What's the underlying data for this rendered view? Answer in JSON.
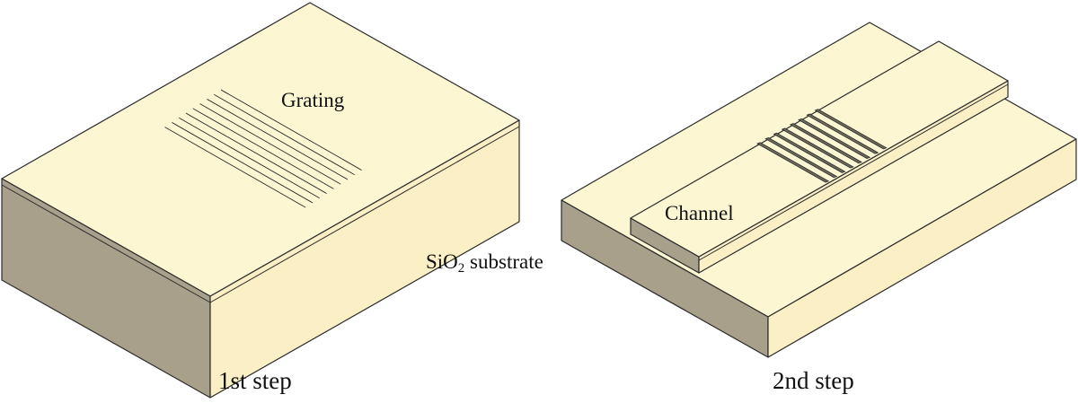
{
  "labels": {
    "grating": "Grating",
    "channel": "Channel",
    "substrate_prefix": "SiO",
    "substrate_subscript": "2",
    "substrate_suffix": " substrate",
    "step1": "1st step",
    "step2": "2nd step"
  },
  "colors": {
    "top_face": "#fcf6d2",
    "front_face": "#fbefc5",
    "side_face": "#a8a08a",
    "groove": "#6f6a59",
    "edge": "#2b2b2b"
  },
  "grating": {
    "step1_line_count": 9,
    "step2_line_count": 8
  }
}
